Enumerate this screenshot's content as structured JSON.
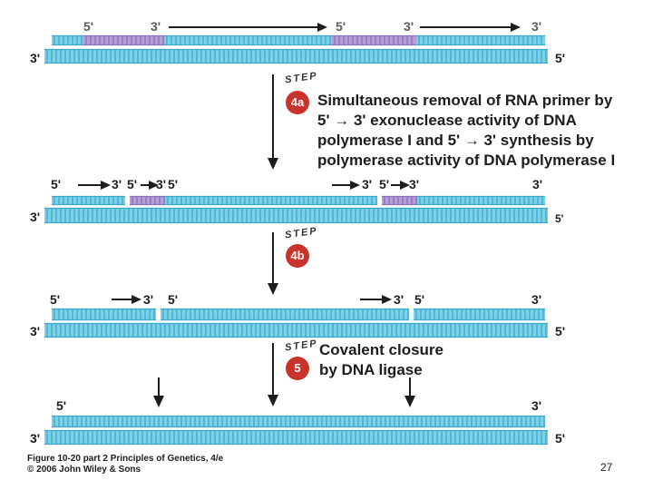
{
  "labels": {
    "five_prime": "5'",
    "three_prime": "3'"
  },
  "steps": [
    {
      "word": "STEP",
      "number": "4a",
      "lines": [
        "Simultaneous removal of RNA primer by",
        "5' → 3' exonuclease activity of DNA",
        "polymerase I and 5' → 3' synthesis by",
        "polymerase activity of DNA polymerase I"
      ]
    },
    {
      "word": "STEP",
      "number": "4b",
      "lines": []
    },
    {
      "word": "STEP",
      "number": "5",
      "lines": [
        "Covalent closure",
        "by DNA ligase"
      ]
    }
  ],
  "caption": {
    "line1": "Figure 10-20 part 2  Principles of Genetics, 4/e",
    "line2": "© 2006 John Wiley & Sons"
  },
  "page_number": "27",
  "colors": {
    "dna_strand": "#7ed0e6",
    "dna_rung": "#3ba9cc",
    "rna_primer": "#b6a0d4",
    "rna_rung": "#8a6fbe",
    "arrow": "#1d1d1b",
    "step_badge": "#c8342c"
  }
}
